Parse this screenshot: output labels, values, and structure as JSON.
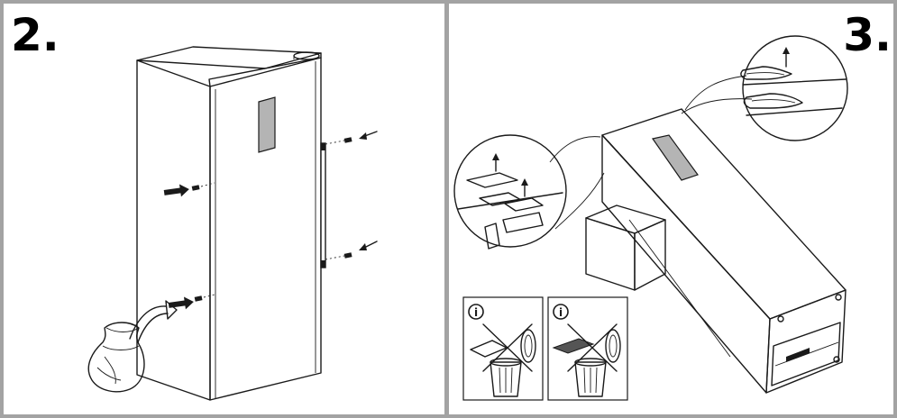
{
  "steps": [
    {
      "number": "2."
    },
    {
      "number": "3."
    }
  ],
  "colors": {
    "frame": "#a3a3a3",
    "background": "#ffffff",
    "display_panel": "#b4b4b4",
    "lines": "#1a1a1a"
  },
  "icons": {
    "info": "i"
  }
}
